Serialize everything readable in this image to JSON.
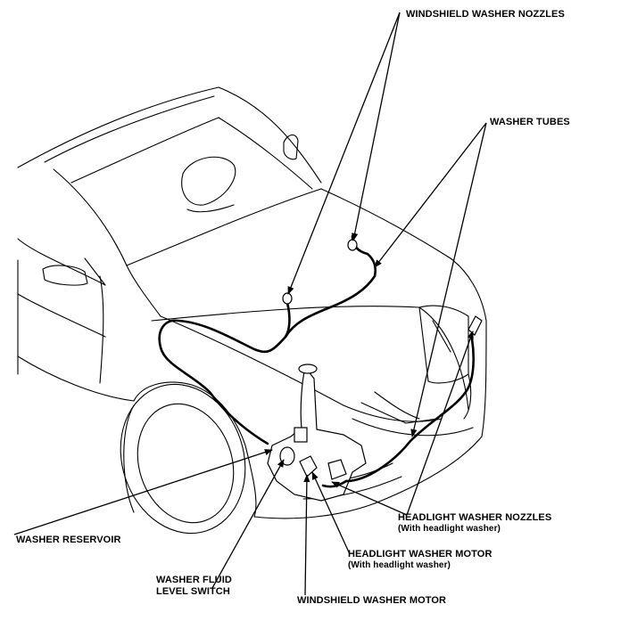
{
  "labels": {
    "windshield_washer_nozzles": "WINDSHIELD WASHER NOZZLES",
    "washer_tubes": "WASHER TUBES",
    "headlight_washer_nozzles": "HEADLIGHT WASHER NOZZLES",
    "headlight_washer_nozzles_note": "(With headlight washer)",
    "headlight_washer_motor": "HEADLIGHT WASHER MOTOR",
    "headlight_washer_motor_note": "(With headlight washer)",
    "washer_reservoir": "WASHER RESERVOIR",
    "washer_fluid_level_switch_line1": "WASHER FLUID",
    "washer_fluid_level_switch_line2": "LEVEL SWITCH",
    "windshield_washer_motor": "WINDSHIELD WASHER MOTOR"
  }
}
